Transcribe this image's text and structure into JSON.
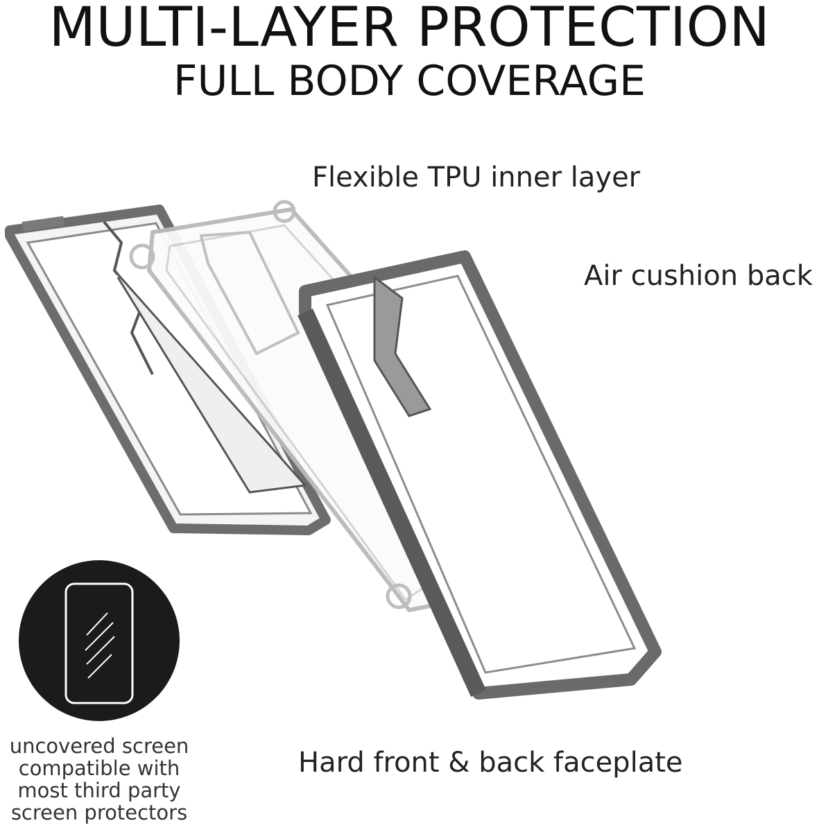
{
  "header": {
    "title": "MULTI-LAYER PROTECTION",
    "subtitle": "FULL BODY COVERAGE"
  },
  "callouts": {
    "inner_layer": "Flexible TPU inner layer",
    "air_cushion": "Air cushion back",
    "faceplate": "Hard front & back faceplate"
  },
  "badge": {
    "icon": "screen-protector-phone-icon",
    "caption_lines": [
      "uncovered screen",
      "compatible with",
      "most third party",
      "screen protectors"
    ]
  },
  "colors": {
    "text": "#111111",
    "frame_gray": "#6b6b6b",
    "badge_bg": "#1b1b1b"
  }
}
